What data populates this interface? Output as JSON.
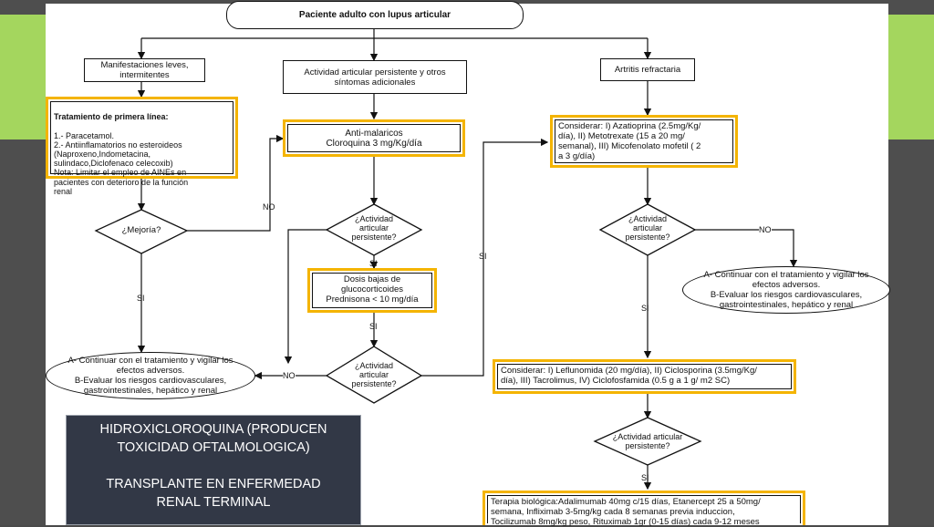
{
  "nodes": {
    "root": "Paciente adulto con lupus articular",
    "leves": "Manifestaciones leves,\nintermitentes",
    "persistente": "Actividad articular persistente y  otros\nsíntomas adicionales",
    "refractaria": "Artritis refractaria",
    "tratamiento_title": "Tratamiento de primera línea:",
    "tratamiento_body": "1.- Paracetamol.\n2.- Antiinflamatorios no esteroideos\n(Naproxeno,Indometacina,\nsulindaco,Diclofenaco  celecoxib)\nNota: Limitar el empleo de AINEs en\npacientes con deterioro de la función\nrenal",
    "antimalaricos": "Anti-malaricos\nCloroquina 3 mg/Kg/día",
    "considerar1": "Considerar: I) Azatioprina (2.5mg/Kg/\ndía), II) Metotrexate (15 a 20 mg/\nsemanal), III) Micofenolato mofetil ( 2\na 3 g/día)",
    "mejoria": "¿Mejoría?",
    "actividad1": "¿Actividad\narticular\npersistente?",
    "actividad2": "¿Actividad\narticular\npersistente?",
    "actividad3": "¿Actividad\narticular\npersistente?",
    "actividad4": "¿Actividad articular\npersistente?",
    "dosis": "Dosis bajas de\nglucocorticoides\nPrednisona < 10 mg/día",
    "continuar_right": "A- Continuar con el tratamiento y vigilar los\nefectos adversos.\nB-Evaluar los riesgos cardiovasculares,\ngastrointestinales, hepático y renal",
    "continuar_left": "A- Continuar con el tratamiento y vigilar los\nefectos adversos.\nB-Evaluar los riesgos cardiovasculares,\ngastrointestinales, hepático y renal",
    "considerar2": "Considerar: I) Leflunomida (20 mg/día), II) Ciclosporina (3.5mg/Kg/\ndía), III) Tacrolimus, IV) Ciclofosfamida (0.5 g a 1 g/ m2 SC)",
    "terapia": "Terapia biológica:Adalimumab 40mg c/15 días, Etanercept 25 a 50mg/\nsemana, Infliximab 3-5mg/kg cada 8 semanas previa induccion,\nTocilizumab 8mg/kg peso, Rituximab 1gr (0-15 días) cada 9-12 meses"
  },
  "labels": {
    "no1": "NO",
    "si1": "SI",
    "si2": "SI",
    "si3": "SI",
    "si4": "SI",
    "no2": "NO",
    "si5": "SI",
    "no3": "NO"
  },
  "note": "HIDROXICLOROQUINA (PRODUCEN\nTOXICIDAD OFTALMOLOGICA)\n\nTRANSPLANTE EN ENFERMEDAD\nRENAL TERMINAL",
  "colors": {
    "accent_green": "#a4d65e",
    "highlight_yellow": "#f4b400",
    "note_bg": "#323846"
  }
}
